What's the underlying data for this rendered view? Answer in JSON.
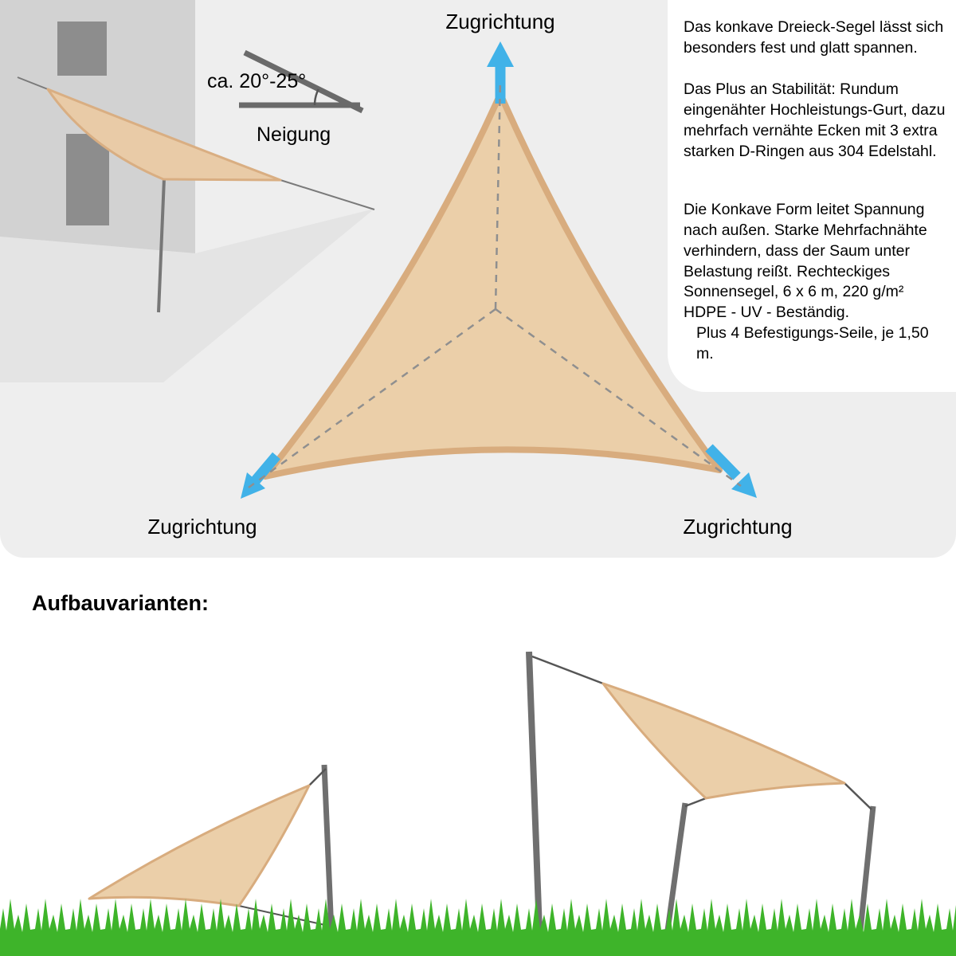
{
  "colors": {
    "panel_gray": "#eeeeee",
    "sail_fill": "#ebcfa9",
    "sail_border": "#d8ac7e",
    "arrow_blue": "#41b2e8",
    "pole_gray": "#6f6f6f",
    "wall_gray": "#d2d2d2",
    "window_gray": "#8d8d8d",
    "grass_green": "#3eb42a",
    "text": "#000000"
  },
  "angle": {
    "range": "ca. 20°-25°",
    "caption": "Neigung"
  },
  "diagram": {
    "pull_label_top": "Zugrichtung",
    "pull_label_bottom_left": "Zugrichtung",
    "pull_label_bottom_right": "Zugrichtung"
  },
  "info": {
    "para1": "Das konkave Dreieck-Segel lässt sich besonders fest und glatt spannen.",
    "para2": "Das Plus an Stabilität: Rundum eingenähter Hochleistungs-Gurt, dazu mehrfach vernähte Ecken mit 3 extra starken D-Ringen aus 304 Edelstahl.",
    "para3": "Die Konkave Form leitet Spannung nach außen. Starke Mehrfachnähte verhindern, dass der Saum unter Belastung reißt. Rechteckiges Sonnensegel, 6 x 6 m, 220 g/m² HDPE - UV - Beständig.",
    "para4": "Plus 4 Befestigungs-Seile, je 1,50 m."
  },
  "variants": {
    "heading": "Aufbauvarianten:"
  }
}
